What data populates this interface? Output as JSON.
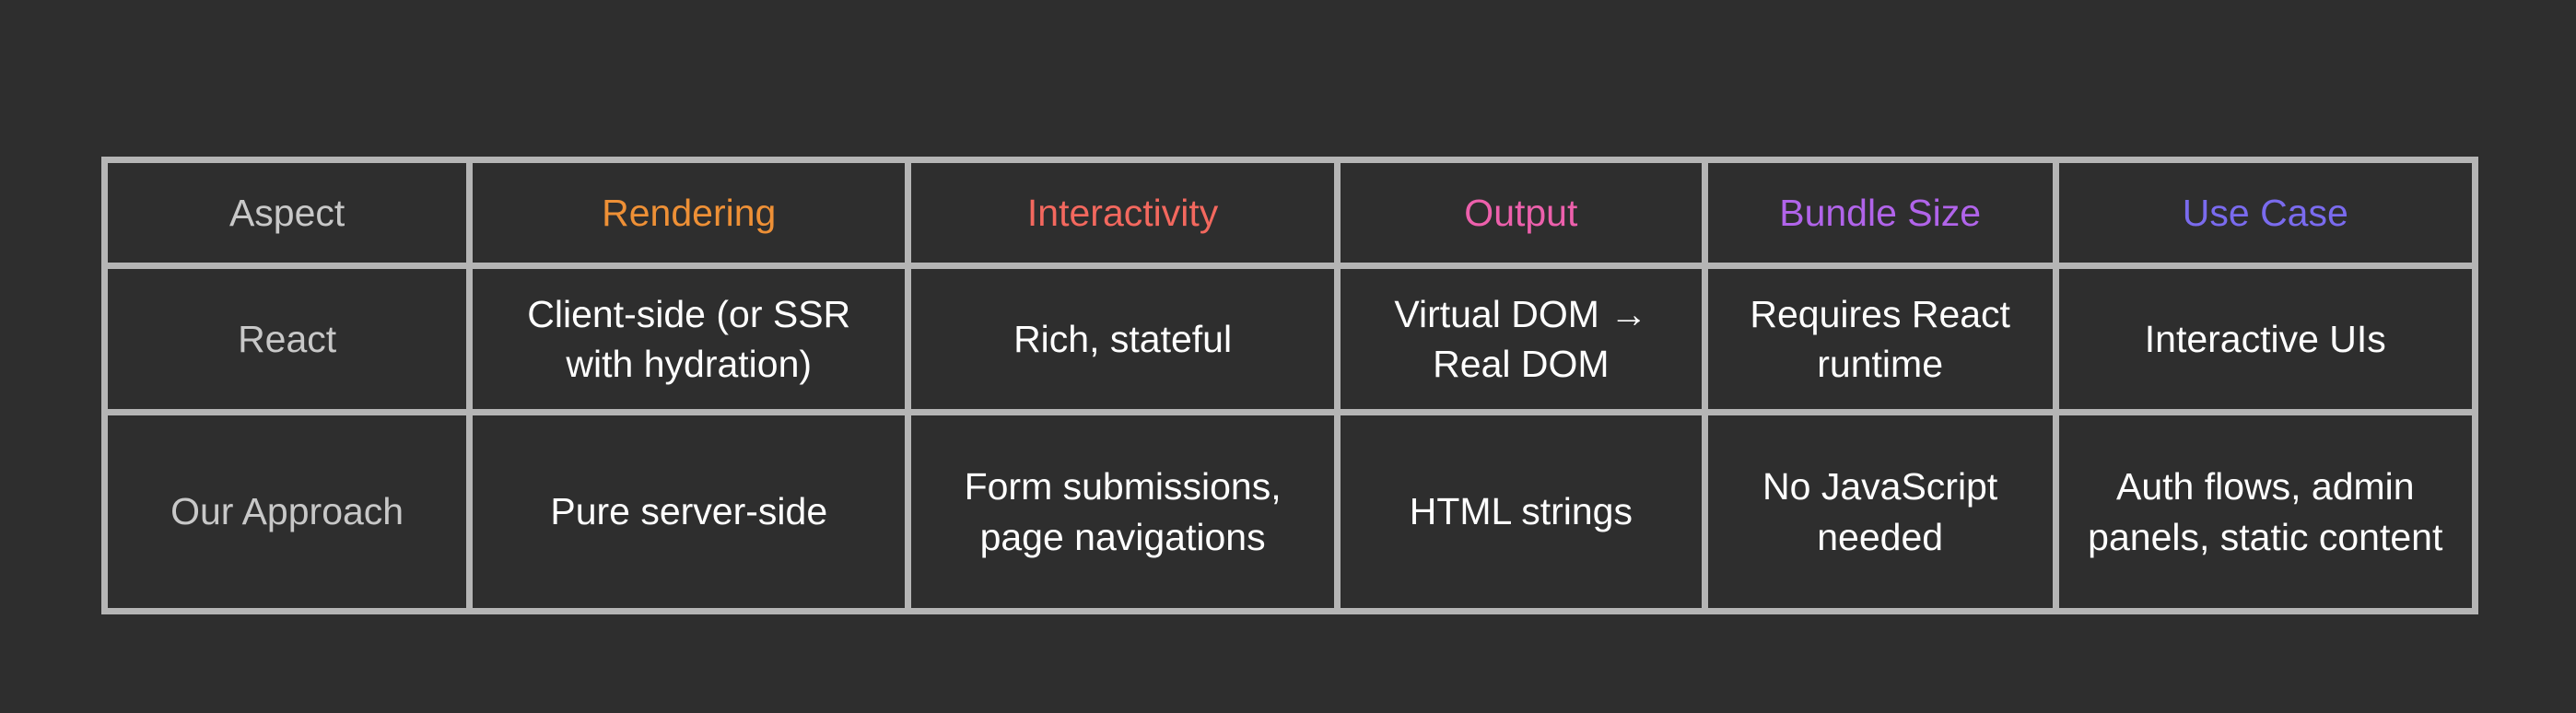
{
  "page": {
    "background_color": "#2e2e2e",
    "table_border_color": "#b5b5b5",
    "row_label_color": "#c8c8c8",
    "body_text_color": "#ffffff"
  },
  "table": {
    "columns": [
      {
        "label": "Aspect",
        "color": "#c8c8c8"
      },
      {
        "label": "Rendering",
        "color": "#ee9036"
      },
      {
        "label": "Interactivity",
        "color": "#f3685e"
      },
      {
        "label": "Output",
        "color": "#ed60ac"
      },
      {
        "label": "Bundle Size",
        "color": "#b164ea"
      },
      {
        "label": "Use Case",
        "color": "#7a6bee"
      }
    ],
    "rows": [
      {
        "label": "React",
        "cells": [
          "Client-side (or SSR with hydration)",
          "Rich, stateful",
          "Virtual DOM → Real DOM",
          "Requires React runtime",
          "Interactive UIs"
        ]
      },
      {
        "label": "Our Approach",
        "cells": [
          "Pure server-side",
          "Form submissions, page navigations",
          "HTML strings",
          "No JavaScript needed",
          "Auth flows, admin panels, static content"
        ]
      }
    ]
  },
  "chart_data": {
    "type": "table",
    "title": "",
    "categories": [
      "Aspect",
      "Rendering",
      "Interactivity",
      "Output",
      "Bundle Size",
      "Use Case"
    ],
    "series": [
      {
        "name": "React",
        "values": [
          "Client-side (or SSR with hydration)",
          "Rich, stateful",
          "Virtual DOM → Real DOM",
          "Requires React runtime",
          "Interactive UIs"
        ]
      },
      {
        "name": "Our Approach",
        "values": [
          "Pure server-side",
          "Form submissions, page navigations",
          "HTML strings",
          "No JavaScript needed",
          "Auth flows, admin panels, static content"
        ]
      }
    ]
  }
}
